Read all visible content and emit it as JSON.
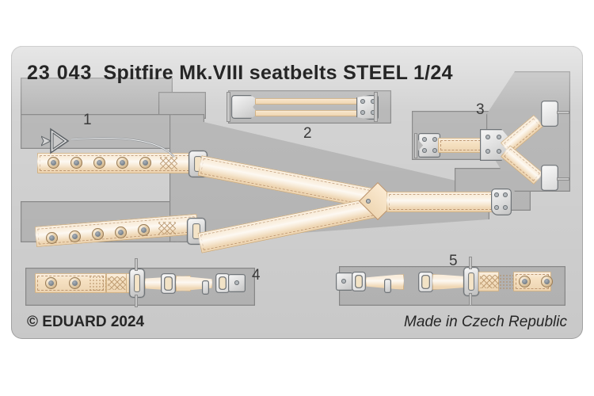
{
  "sheet": {
    "catalog_number": "23 043",
    "product_name": "Spitfire Mk.VIII seatbelts STEEL 1/24",
    "copyright": "© EDUARD 2024",
    "origin": "Made in Czech Republic",
    "fret_color": "#d3d3d3",
    "webbing_color": "#f6e1c2",
    "metal_color": "#dedede",
    "text_color": "#262626"
  },
  "parts": [
    {
      "id": "1",
      "label": "1",
      "description": "shoulder harness straps with eyelets and adjuster buckles"
    },
    {
      "id": "2",
      "label": "2",
      "description": "twin lap belt strap with end fitting"
    },
    {
      "id": "3",
      "label": "3",
      "description": "Y-shaped crotch / anchor strap with triangular plate"
    },
    {
      "id": "4",
      "label": "4",
      "description": "lap belt left half with buckle and eyelets"
    },
    {
      "id": "5",
      "label": "5",
      "description": "lap belt right half with buckle and eyelets"
    }
  ]
}
